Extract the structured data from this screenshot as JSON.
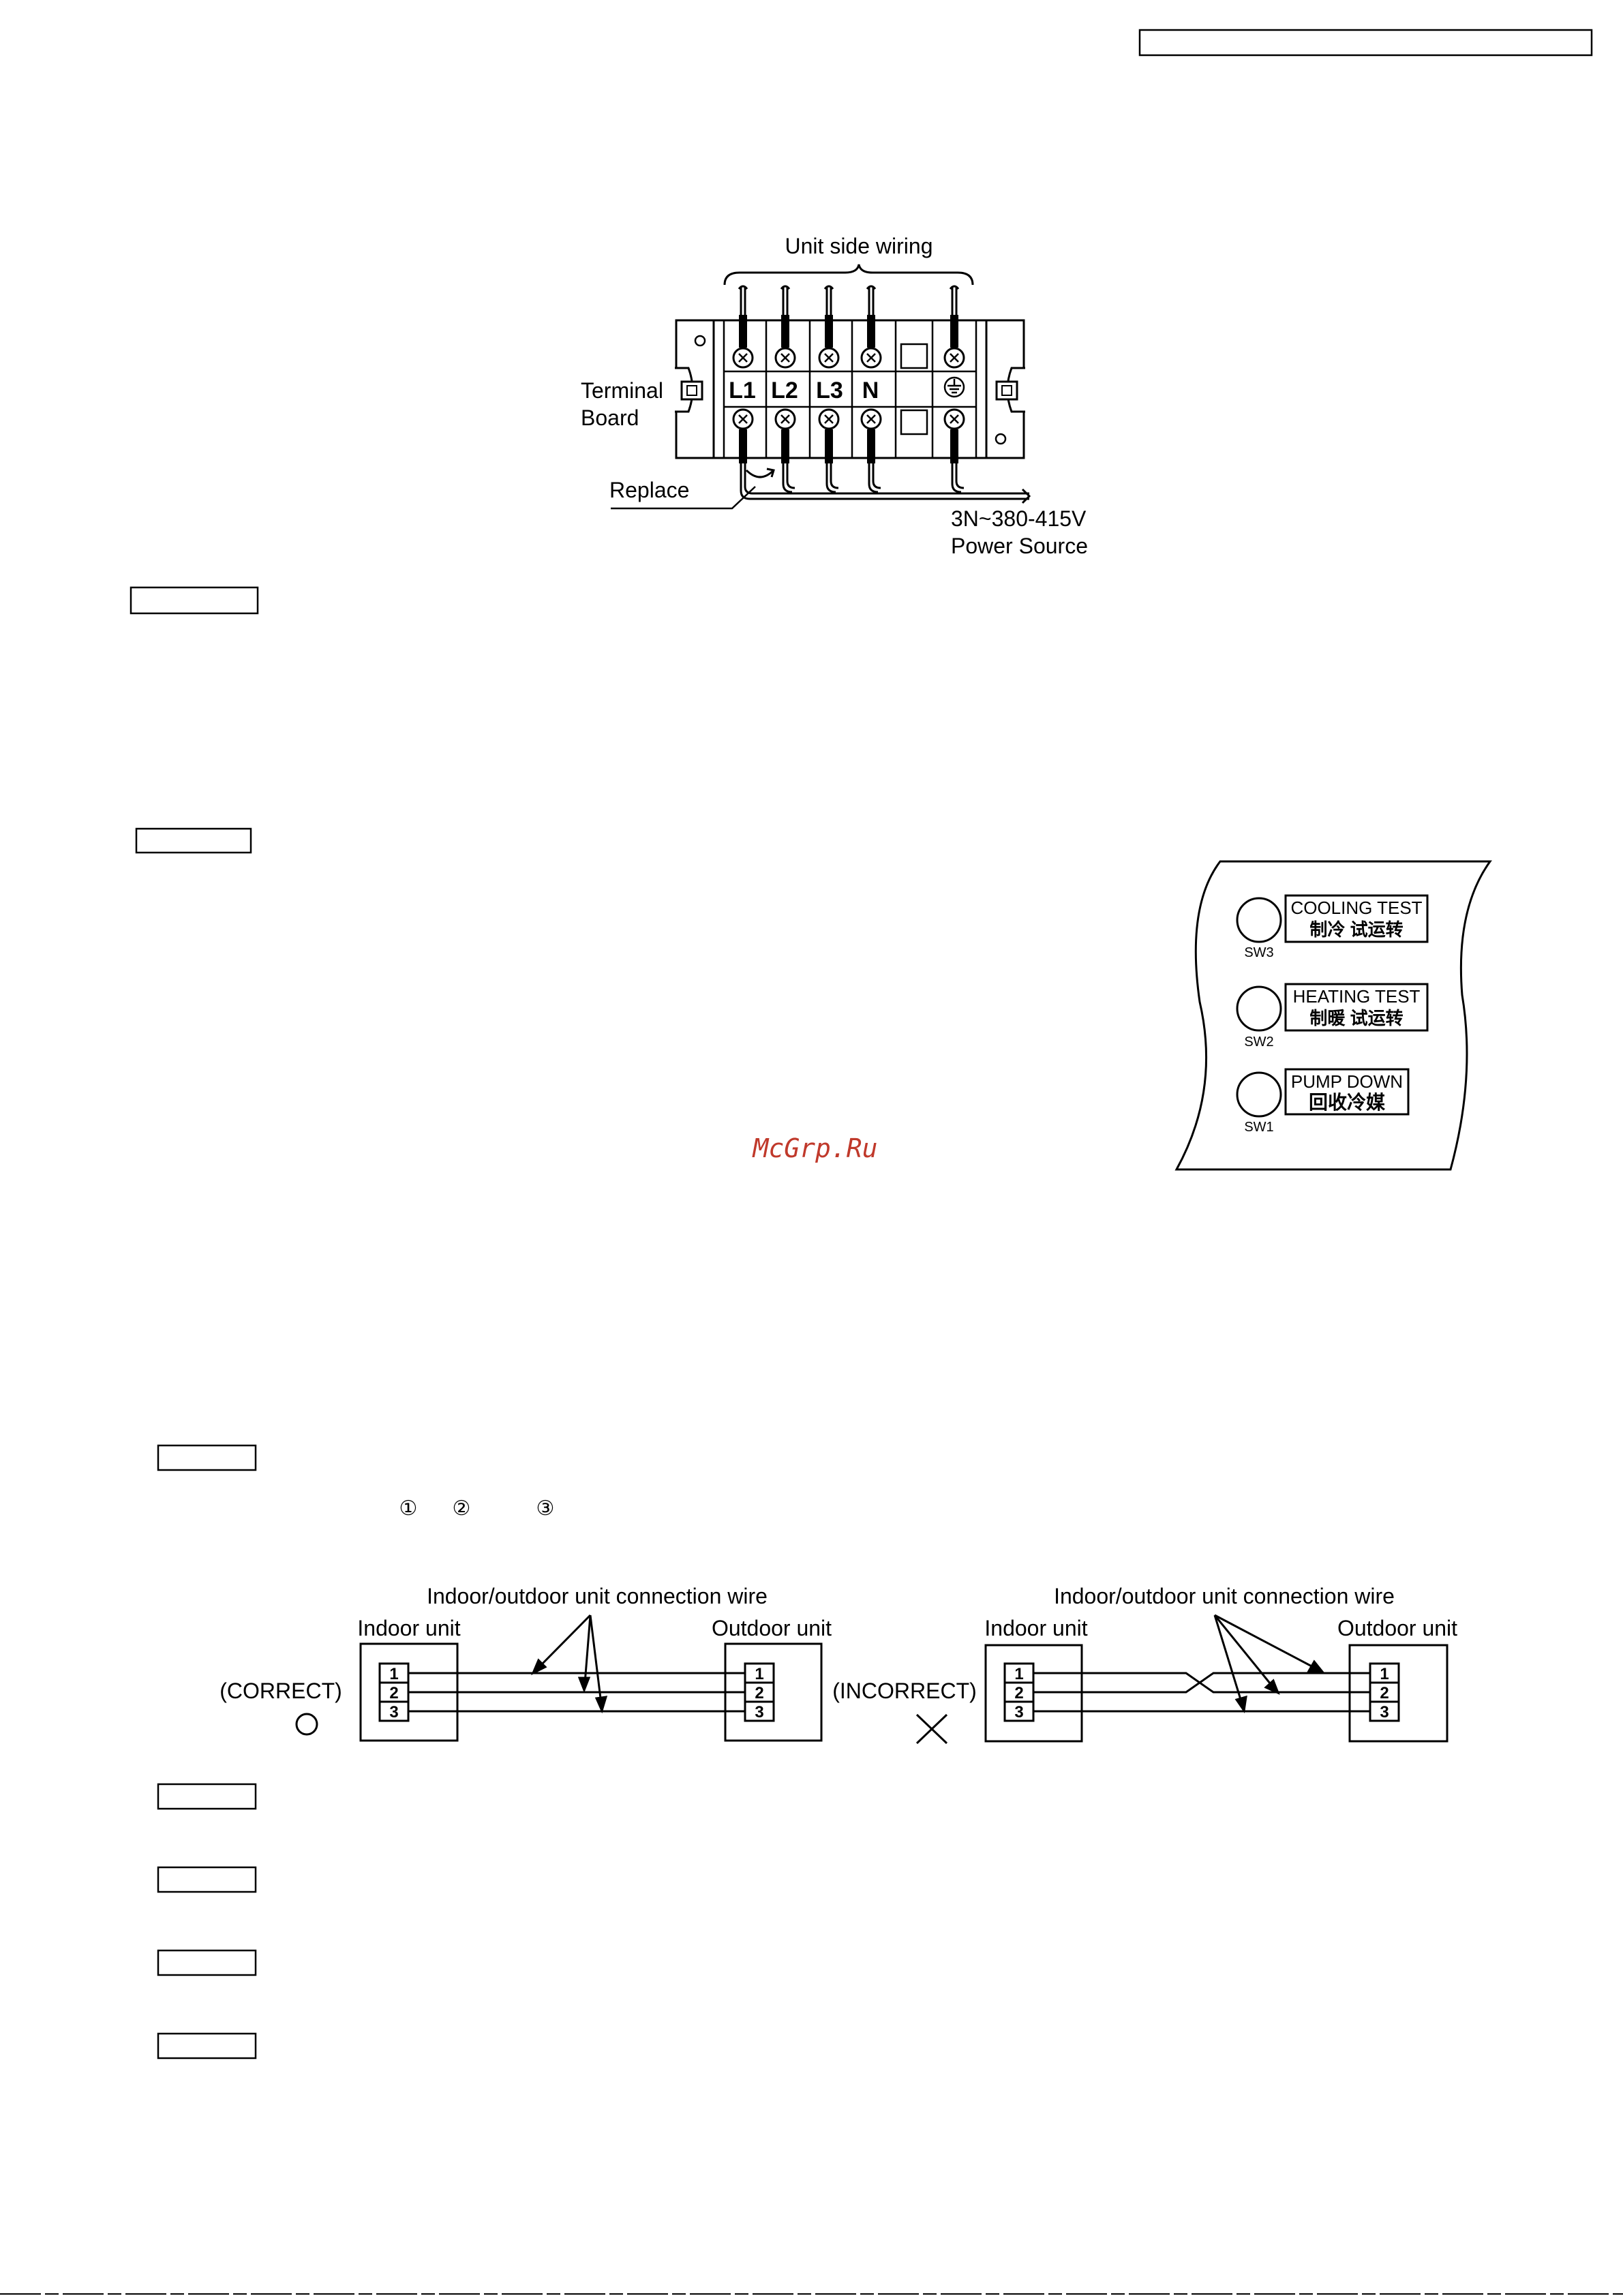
{
  "terminal_board": {
    "unit_side_wiring": "Unit side wiring",
    "terminal_label_1": "Terminal",
    "terminal_label_2": "Board",
    "replace": "Replace",
    "power_1": "3N~380-415V",
    "power_2": "Power Source",
    "terminals": [
      "L1",
      "L2",
      "L3",
      "N"
    ]
  },
  "switch_panel": {
    "buttons": [
      {
        "code": "SW3",
        "title": "COOLING TEST",
        "subtitle": "制冷 试运转"
      },
      {
        "code": "SW2",
        "title": "HEATING TEST",
        "subtitle": "制暖 试运转"
      },
      {
        "code": "SW1",
        "title": "PUMP DOWN",
        "subtitle": "回收冷媒"
      }
    ]
  },
  "watermark": "McGrp.Ru",
  "circled_numbers": [
    "①",
    "②",
    "③"
  ],
  "connection": {
    "wire_label": "Indoor/outdoor unit connection wire",
    "indoor": "Indoor unit",
    "outdoor": "Outdoor unit",
    "correct": "(CORRECT)",
    "incorrect": "(INCORRECT)",
    "terminal_numbers": [
      "1",
      "2",
      "3"
    ]
  },
  "icons": {
    "correct_mark": "circle-icon",
    "incorrect_mark": "cross-icon",
    "earth": "ground-icon"
  }
}
